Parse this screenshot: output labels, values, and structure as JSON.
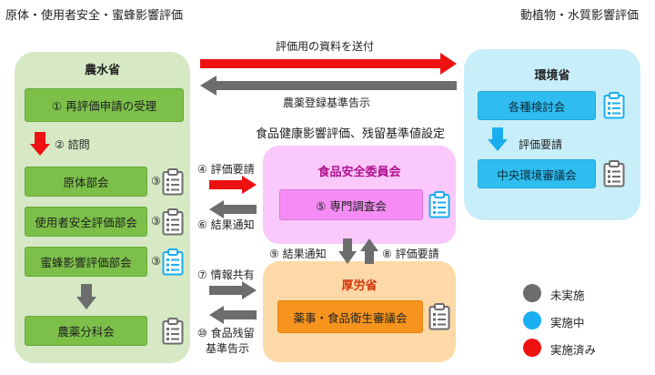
{
  "headers": {
    "left": "原体・使用者安全・蜜蜂影響評価",
    "right": "動植物・水質影響評価",
    "middle": "食品健康影響評価、残留基準値設定"
  },
  "maff": {
    "title": "農水省",
    "step1": "① 再評価申請の受理",
    "step2": "② 諮問",
    "subcommittee1": "原体部会",
    "subcommittee2": "使用者安全評価部会",
    "subcommittee3": "蜜蜂影響評価部会",
    "marker3": "③",
    "council": "農薬分科会"
  },
  "env": {
    "title": "環境省",
    "box1": "各種検討会",
    "request": "評価要請",
    "box2": "中央環境審議会"
  },
  "fsc": {
    "title": "食品安全委員会",
    "box": "⑤ 専門調査会"
  },
  "mhlw": {
    "title": "厚労省",
    "box": "薬事・食品衛生審議会"
  },
  "arrows": {
    "send_materials": "評価用の資料を送付",
    "registration_notice": "農薬登録基準告示",
    "step4": "④ 評価要請",
    "step6": "⑥ 結果通知",
    "step7": "⑦ 情報共有",
    "step8": "⑧ 評価要請",
    "step9": "⑨ 結果通知",
    "step10_line1": "⑩ 食品残留",
    "step10_line2": "基準告示"
  },
  "legend": {
    "items": [
      {
        "label": "未実施",
        "color": "#6d6d6d"
      },
      {
        "label": "実施中",
        "color": "#1aaef0"
      },
      {
        "label": "実施済み",
        "color": "#ee1111"
      }
    ]
  },
  "colors": {
    "done": "#ee1111",
    "in_progress": "#1aaef0",
    "not_done": "#6d6d6d",
    "maff_panel": "#d6e9c4",
    "env_panel": "#c8eef9",
    "fsc_panel": "#fbc8fb",
    "mhlw_panel": "#fcd9a7"
  }
}
